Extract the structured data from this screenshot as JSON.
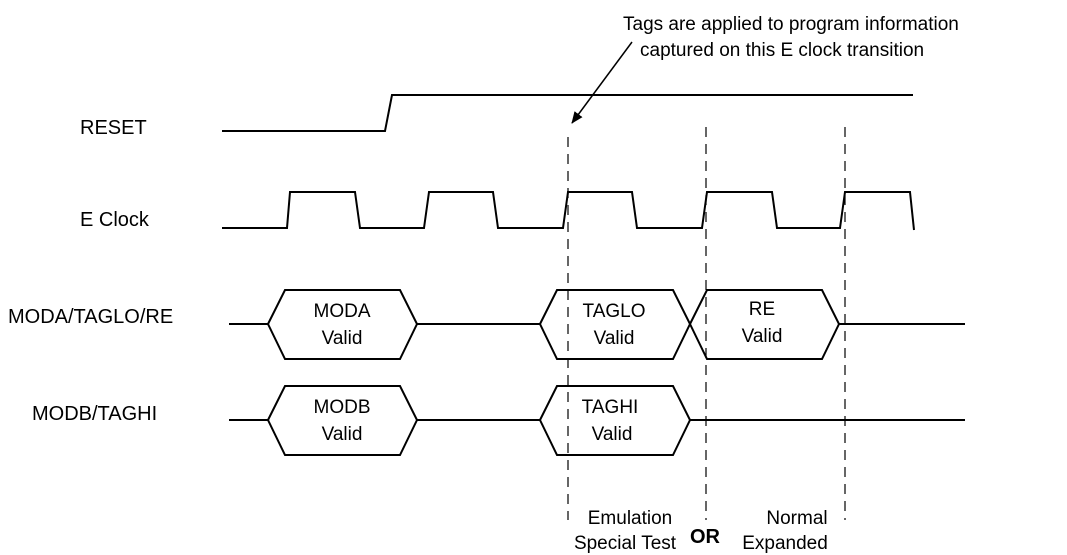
{
  "annotation": {
    "line1": "Tags are applied to program information",
    "line2": "captured on this E clock transition"
  },
  "signals": {
    "reset": "RESET",
    "eclock": "E Clock",
    "modatag": "MODA/TAGLO/RE",
    "modbtag": "MODB/TAGHI"
  },
  "boxes": {
    "moda": {
      "line1": "MODA",
      "line2": "Valid"
    },
    "modb": {
      "line1": "MODB",
      "line2": "Valid"
    },
    "taglo": {
      "line1": "TAGLO",
      "line2": "Valid"
    },
    "taghi": {
      "line1": "TAGHI",
      "line2": "Valid"
    },
    "re": {
      "line1": "RE",
      "line2": "Valid"
    }
  },
  "modes": {
    "emulation": "Emulation",
    "special_test": "Special Test",
    "or": "OR",
    "normal": "Normal",
    "expanded": "Expanded"
  }
}
